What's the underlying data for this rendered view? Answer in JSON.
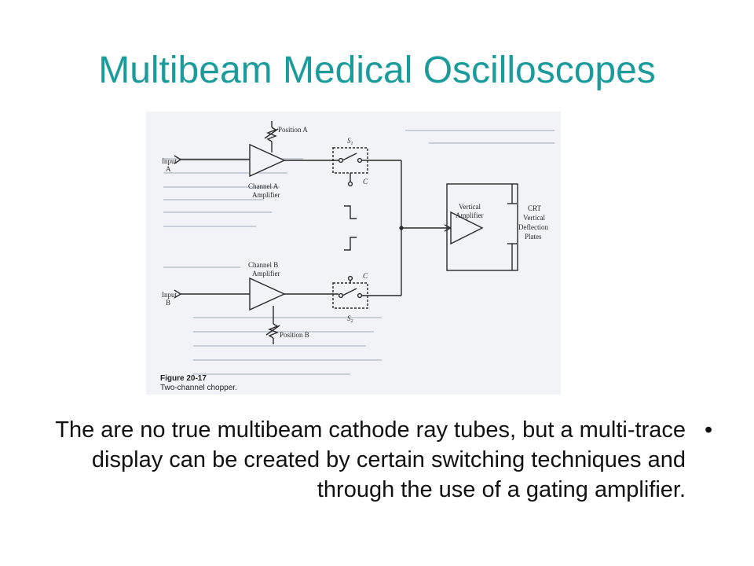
{
  "slide": {
    "title": "Multibeam Medical Oscilloscopes",
    "body_text": "The are no true multibeam cathode ray tubes, but a multi-trace display can be created by certain switching techniques and through the use of a gating amplifier.",
    "bullet": "•"
  },
  "figure": {
    "caption_number": "Figure 20-17",
    "caption_text": "Two-channel chopper.",
    "labels": {
      "position_a": "Position A",
      "position_b": "Position B",
      "input_a_1": "Input",
      "input_a_2": "A",
      "input_b_1": "Input",
      "input_b_2": "B",
      "channel_a_1": "Channel A",
      "channel_a_2": "Amplifier",
      "channel_b_1": "Channel B",
      "channel_b_2": "Amplifier",
      "switch_1": "S",
      "switch_1_sub": "1",
      "switch_2": "S",
      "switch_2_sub": "2",
      "contact_c": "C",
      "vertical_1": "Vertical",
      "vertical_2": "Amplifier",
      "crt_1": "CRT",
      "crt_2": "Vertical",
      "crt_3": "Deflection",
      "crt_4": "Plates"
    },
    "colors": {
      "paper": "#f1f3f6",
      "ink": "#2a2a2a",
      "bleed": "#c9cfd8"
    }
  }
}
